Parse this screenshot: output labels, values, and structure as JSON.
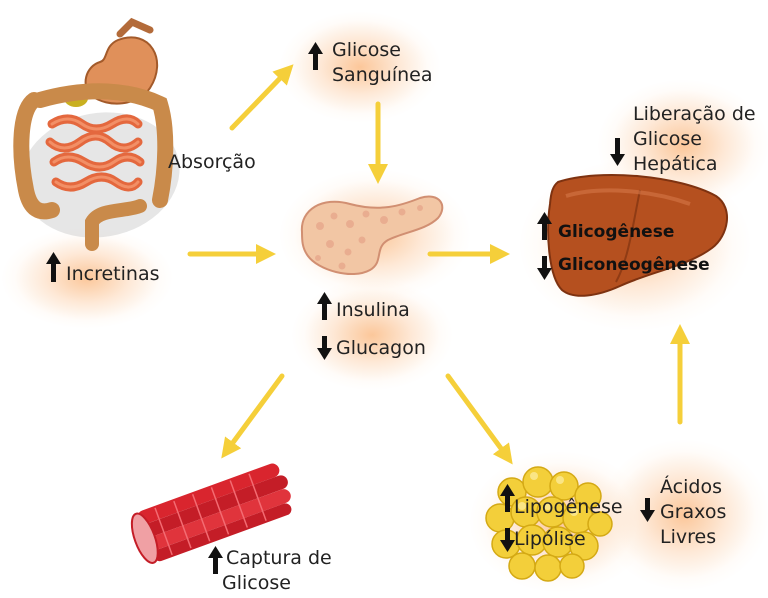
{
  "labels": {
    "absorcao": "Absorção",
    "incretinas": "Incretinas",
    "glicose_sanguinea": [
      "Glicose",
      "Sanguínea"
    ],
    "liberacao": [
      "Liberação de",
      "Glicose",
      "Hepática"
    ],
    "glicogenese": "Glicogênese",
    "gliconeogenese": "Gliconeogênese",
    "insulina": "Insulina",
    "glucagon": "Glucagon",
    "captura": [
      "Captura de",
      "Glicose"
    ],
    "lipogenese": "Lipogênese",
    "lipolise": "Lipólise",
    "acidos": [
      "Ácidos",
      "Graxos",
      "Livres"
    ]
  },
  "indicators": {
    "incretinas": "up",
    "glicose_sanguinea": "up",
    "liberacao": "down",
    "glicogenese": "up",
    "gliconeogenese": "down",
    "insulina": "up",
    "glucagon": "down",
    "captura": "up",
    "lipogenese": "up",
    "lipolise": "down",
    "acidos": "down"
  },
  "colors": {
    "flow_arrow": "#f5cf3a",
    "indicator_arrow": "#111111",
    "organ_glow": "#f7b27a",
    "liver": "#b5501f",
    "pancreas": "#f2c6a4",
    "muscle": "#d9252e",
    "fat": "#f3cf3a"
  },
  "icons": [
    "intestine-icon",
    "pancreas-icon",
    "liver-icon",
    "muscle-icon",
    "fat-tissue-icon"
  ]
}
